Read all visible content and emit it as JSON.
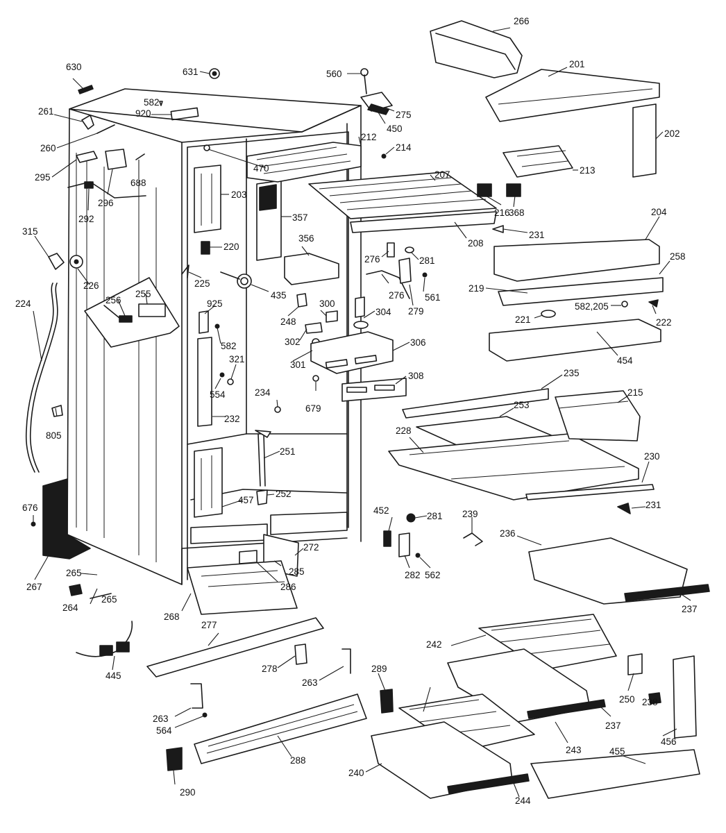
{
  "callouts": [
    {
      "id": "630",
      "text": "630"
    },
    {
      "id": "631",
      "text": "631"
    },
    {
      "id": "582a",
      "text": "582"
    },
    {
      "id": "920",
      "text": "920"
    },
    {
      "id": "261",
      "text": "261"
    },
    {
      "id": "260",
      "text": "260"
    },
    {
      "id": "295",
      "text": "295"
    },
    {
      "id": "296",
      "text": "296"
    },
    {
      "id": "688",
      "text": "688"
    },
    {
      "id": "292",
      "text": "292"
    },
    {
      "id": "315",
      "text": "315"
    },
    {
      "id": "226",
      "text": "226"
    },
    {
      "id": "224",
      "text": "224"
    },
    {
      "id": "805",
      "text": "805"
    },
    {
      "id": "676",
      "text": "676"
    },
    {
      "id": "267",
      "text": "267"
    },
    {
      "id": "265a",
      "text": "265"
    },
    {
      "id": "265b",
      "text": "265"
    },
    {
      "id": "264",
      "text": "264"
    },
    {
      "id": "268",
      "text": "268"
    },
    {
      "id": "445",
      "text": "445"
    },
    {
      "id": "277",
      "text": "277"
    },
    {
      "id": "263a",
      "text": "263"
    },
    {
      "id": "564",
      "text": "564"
    },
    {
      "id": "290",
      "text": "290"
    },
    {
      "id": "288",
      "text": "288"
    },
    {
      "id": "278",
      "text": "278"
    },
    {
      "id": "263b",
      "text": "263"
    },
    {
      "id": "289",
      "text": "289"
    },
    {
      "id": "470",
      "text": "470"
    },
    {
      "id": "203",
      "text": "203"
    },
    {
      "id": "220",
      "text": "220"
    },
    {
      "id": "225",
      "text": "225"
    },
    {
      "id": "256",
      "text": "256"
    },
    {
      "id": "255",
      "text": "255"
    },
    {
      "id": "925",
      "text": "925"
    },
    {
      "id": "582b",
      "text": "582"
    },
    {
      "id": "321",
      "text": "321"
    },
    {
      "id": "554",
      "text": "554"
    },
    {
      "id": "232",
      "text": "232"
    },
    {
      "id": "234",
      "text": "234"
    },
    {
      "id": "251",
      "text": "251"
    },
    {
      "id": "457",
      "text": "457"
    },
    {
      "id": "252",
      "text": "252"
    },
    {
      "id": "272",
      "text": "272"
    },
    {
      "id": "285",
      "text": "285"
    },
    {
      "id": "286",
      "text": "286"
    },
    {
      "id": "357",
      "text": "357"
    },
    {
      "id": "356",
      "text": "356"
    },
    {
      "id": "435",
      "text": "435"
    },
    {
      "id": "248",
      "text": "248"
    },
    {
      "id": "300",
      "text": "300"
    },
    {
      "id": "302",
      "text": "302"
    },
    {
      "id": "301",
      "text": "301"
    },
    {
      "id": "679",
      "text": "679"
    },
    {
      "id": "304",
      "text": "304"
    },
    {
      "id": "306",
      "text": "306"
    },
    {
      "id": "308",
      "text": "308"
    },
    {
      "id": "560",
      "text": "560"
    },
    {
      "id": "275",
      "text": "275"
    },
    {
      "id": "450",
      "text": "450"
    },
    {
      "id": "212",
      "text": "212"
    },
    {
      "id": "214",
      "text": "214"
    },
    {
      "id": "207",
      "text": "207"
    },
    {
      "id": "208",
      "text": "208"
    },
    {
      "id": "276a",
      "text": "276"
    },
    {
      "id": "281a",
      "text": "281"
    },
    {
      "id": "276b",
      "text": "276"
    },
    {
      "id": "561",
      "text": "561"
    },
    {
      "id": "279",
      "text": "279"
    },
    {
      "id": "266",
      "text": "266"
    },
    {
      "id": "201",
      "text": "201"
    },
    {
      "id": "202",
      "text": "202"
    },
    {
      "id": "213",
      "text": "213"
    },
    {
      "id": "216",
      "text": "216"
    },
    {
      "id": "368",
      "text": "368"
    },
    {
      "id": "231a",
      "text": "231"
    },
    {
      "id": "204",
      "text": "204"
    },
    {
      "id": "258",
      "text": "258"
    },
    {
      "id": "219",
      "text": "219"
    },
    {
      "id": "582_205",
      "text": "582,205"
    },
    {
      "id": "221",
      "text": "221"
    },
    {
      "id": "222",
      "text": "222"
    },
    {
      "id": "454",
      "text": "454"
    },
    {
      "id": "235",
      "text": "235"
    },
    {
      "id": "253",
      "text": "253"
    },
    {
      "id": "215",
      "text": "215"
    },
    {
      "id": "228",
      "text": "228"
    },
    {
      "id": "230",
      "text": "230"
    },
    {
      "id": "231b",
      "text": "231"
    },
    {
      "id": "452",
      "text": "452"
    },
    {
      "id": "281b",
      "text": "281"
    },
    {
      "id": "239",
      "text": "239"
    },
    {
      "id": "282",
      "text": "282"
    },
    {
      "id": "562",
      "text": "562"
    },
    {
      "id": "236",
      "text": "236"
    },
    {
      "id": "237a",
      "text": "237"
    },
    {
      "id": "242",
      "text": "242"
    },
    {
      "id": "250",
      "text": "250"
    },
    {
      "id": "237b",
      "text": "237"
    },
    {
      "id": "243",
      "text": "243"
    },
    {
      "id": "238",
      "text": "238"
    },
    {
      "id": "456",
      "text": "456"
    },
    {
      "id": "455",
      "text": "455"
    },
    {
      "id": "240",
      "text": "240"
    },
    {
      "id": "244",
      "text": "244"
    }
  ]
}
